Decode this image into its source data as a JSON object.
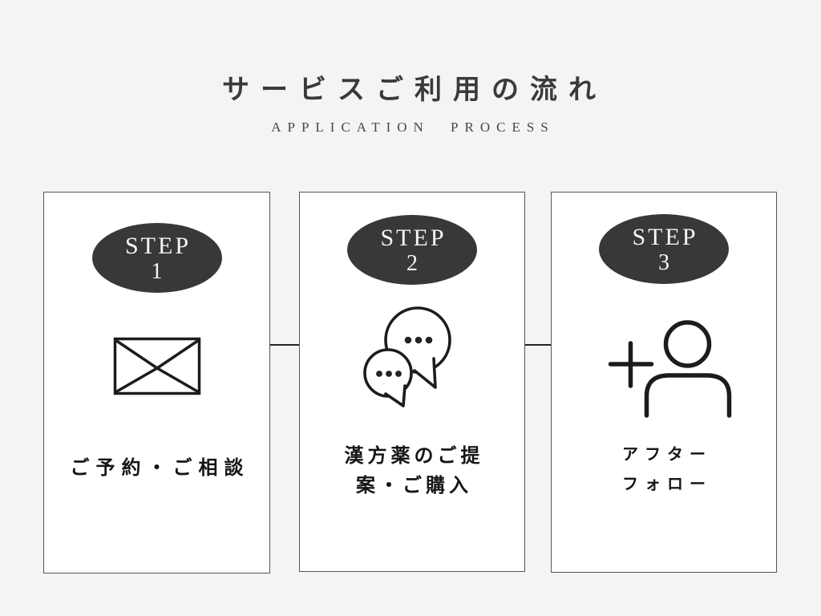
{
  "header": {
    "title": "サービスご利用の流れ",
    "subtitle": "APPLICATION PROCESS"
  },
  "steps": [
    {
      "badge_word": "STEP",
      "badge_number": "1",
      "icon": "envelope-icon",
      "label_line1": "ご予約・ご相談"
    },
    {
      "badge_word": "STEP",
      "badge_number": "2",
      "icon": "chat-bubbles-icon",
      "label_line1": "漢方薬のご提",
      "label_line2": "案・ご購入"
    },
    {
      "badge_word": "STEP",
      "badge_number": "3",
      "icon": "add-user-icon",
      "label_line1": "アフター",
      "label_line2": "フォロー"
    }
  ],
  "colors": {
    "background": "#f4f4f2",
    "card_background": "#ffffff",
    "card_border": "#555555",
    "shadow_card_border": "#2e2e2e",
    "badge_fill": "#383838",
    "badge_text": "#f6f6f3",
    "title_text": "#3a3a3e",
    "body_text": "#161616",
    "icon_stroke": "#1c1c1c"
  }
}
